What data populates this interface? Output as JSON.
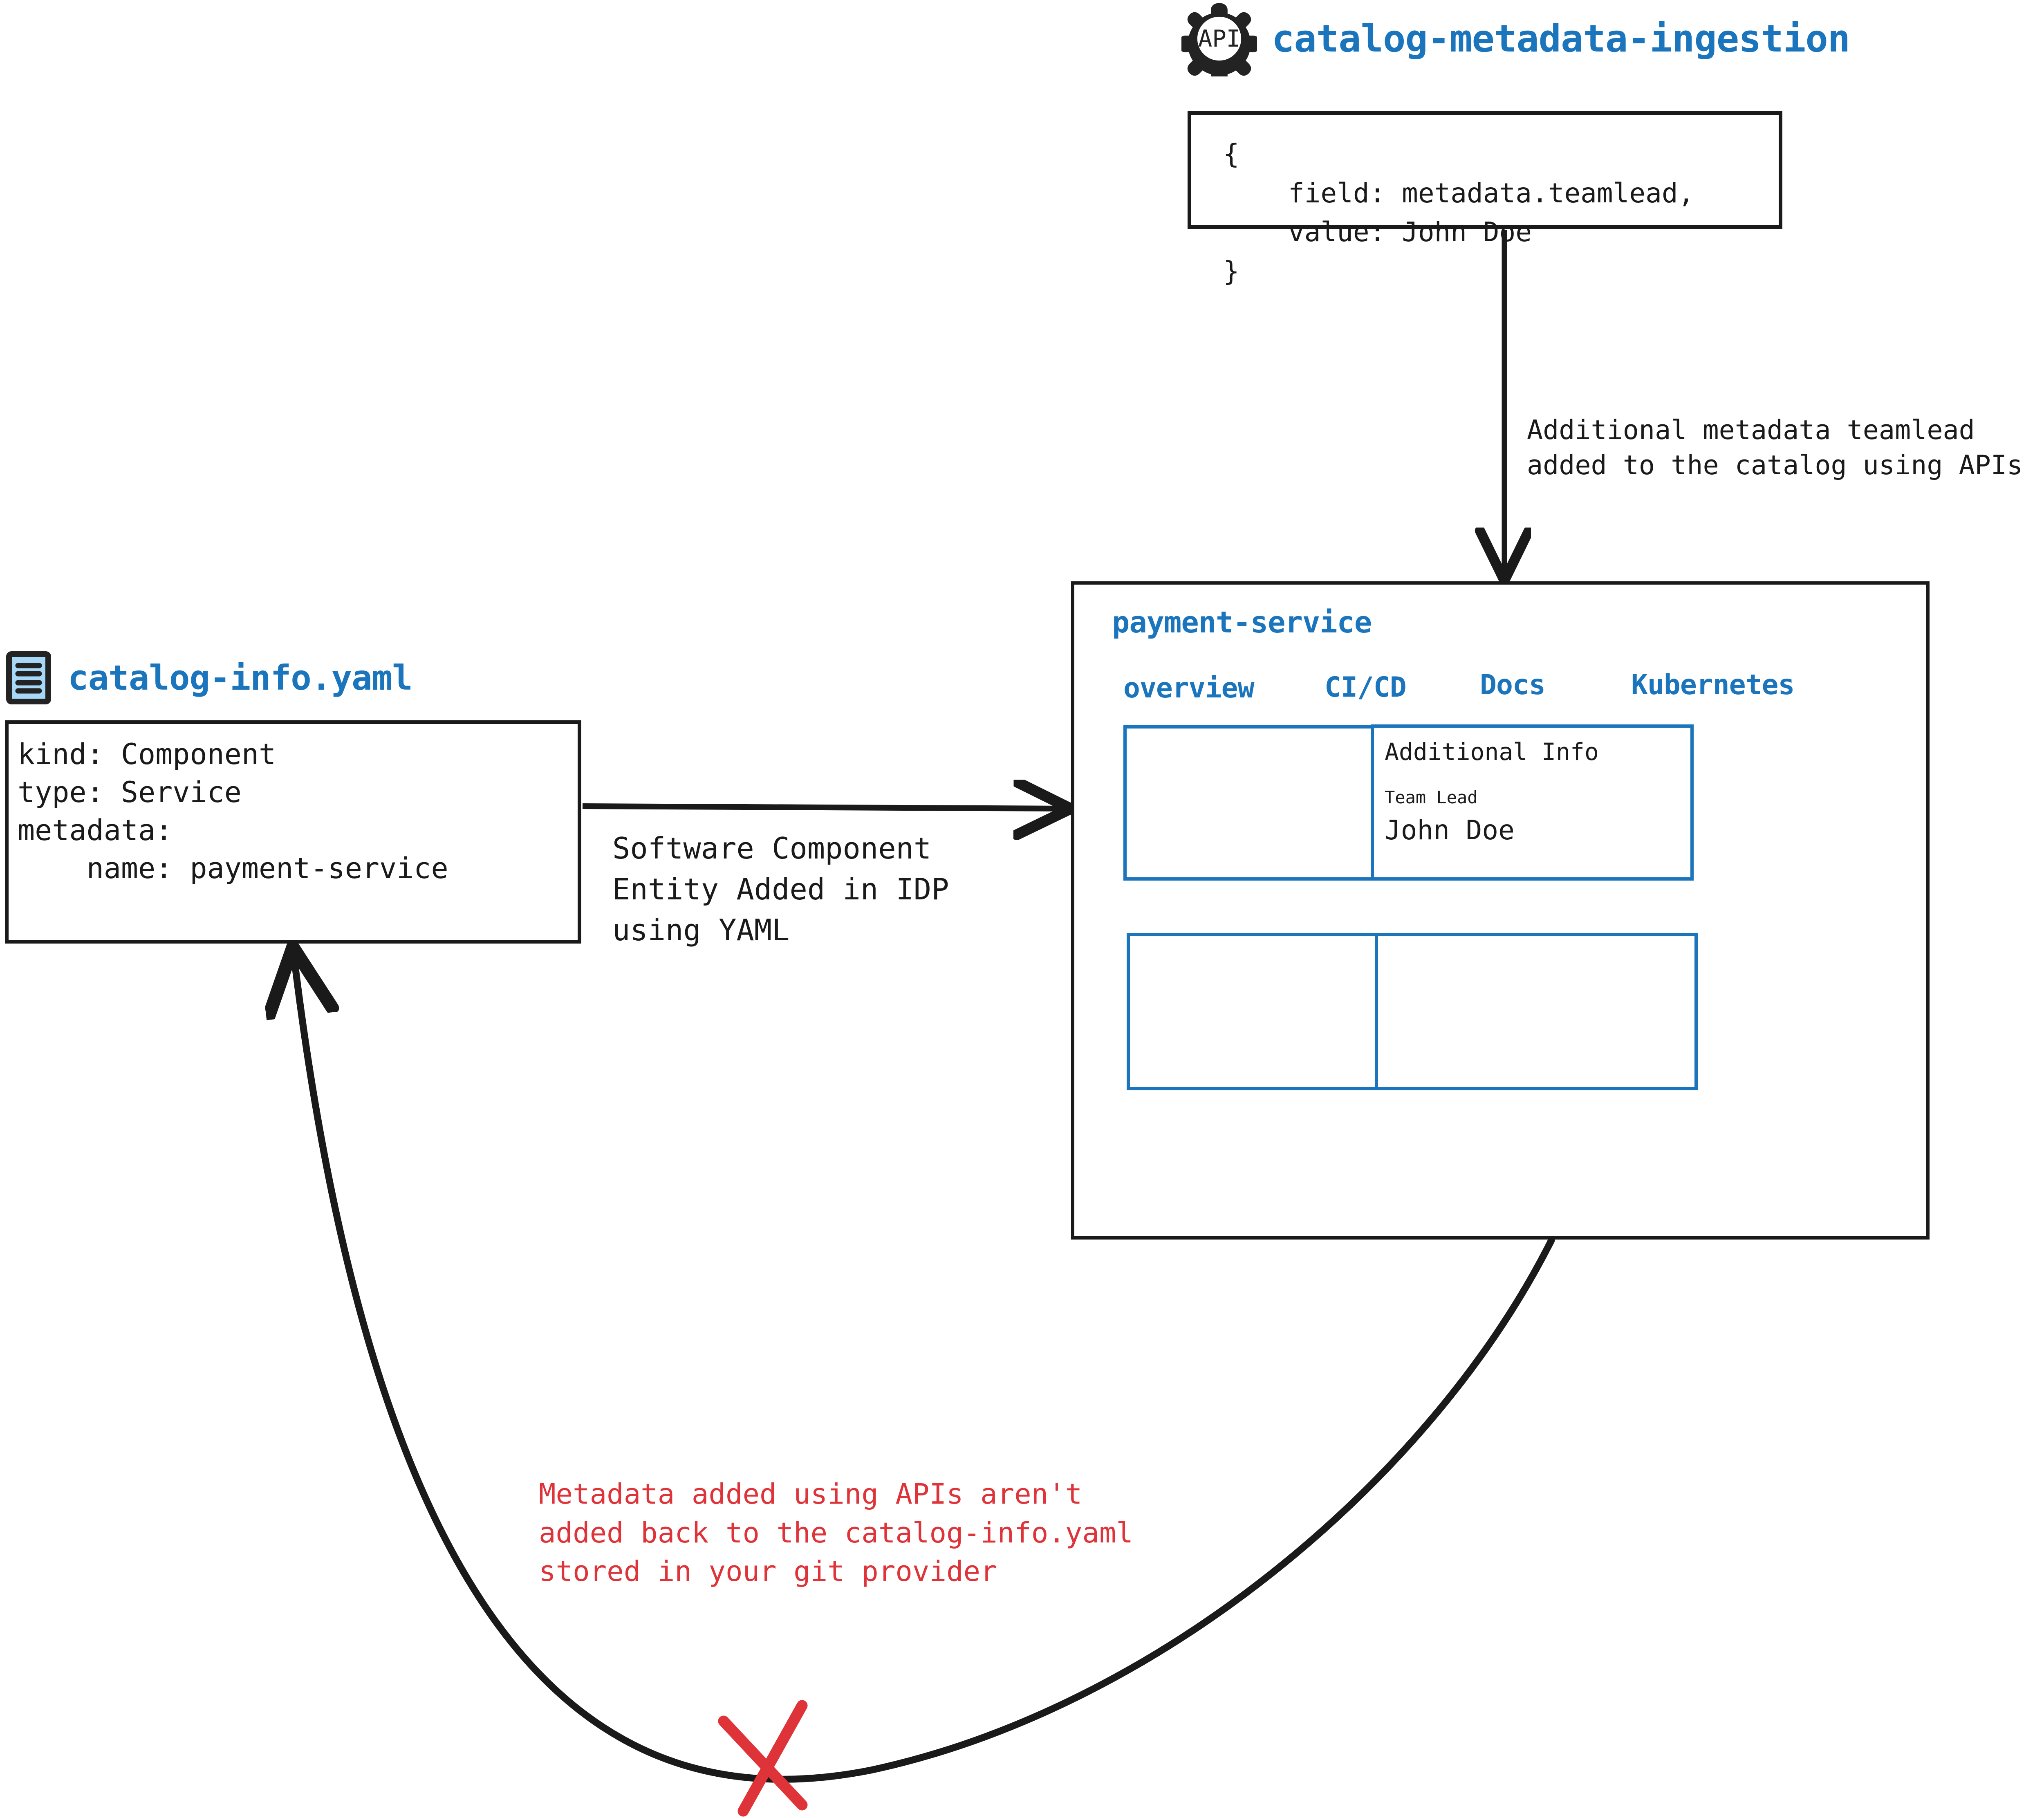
{
  "api_source": {
    "icon": "api-gear-icon",
    "icon_text": "API",
    "title": "catalog-metadata-ingestion",
    "payload": "{\n    field: metadata.teamlead,\n    value: John Doe\n}"
  },
  "yaml_source": {
    "icon": "yaml-file-icon",
    "title": "catalog-info.yaml",
    "content": "kind: Component\ntype: Service\nmetadata:\n    name: payment-service"
  },
  "edges": {
    "api_to_entity_label": "Additional metadata teamlead\nadded to the catalog using APIs",
    "yaml_to_entity_label": "Software Component\nEntity Added in IDP\nusing YAML",
    "entity_to_yaml_warning": "Metadata added using APIs aren't\nadded back to the catalog-info.yaml\nstored in your git provider",
    "blocked_marker": "red-x-icon"
  },
  "entity_panel": {
    "title": "payment-service",
    "tabs": [
      "overview",
      "CI/CD",
      "Docs",
      "Kubernetes"
    ],
    "cards": [
      {
        "id": "card-top-left",
        "title": "",
        "fields": []
      },
      {
        "id": "card-top-right",
        "title": "Additional Info",
        "fields": [
          {
            "key": "Team Lead",
            "value": "John Doe"
          }
        ]
      },
      {
        "id": "card-bottom-left",
        "title": "",
        "fields": []
      },
      {
        "id": "card-bottom-right",
        "title": "",
        "fields": []
      }
    ]
  },
  "colors": {
    "accent_blue": "#1B75BC",
    "warning_red": "#DE3338",
    "outline_black": "#1A1A1A",
    "yaml_icon_fill": "#A8D8F8"
  }
}
